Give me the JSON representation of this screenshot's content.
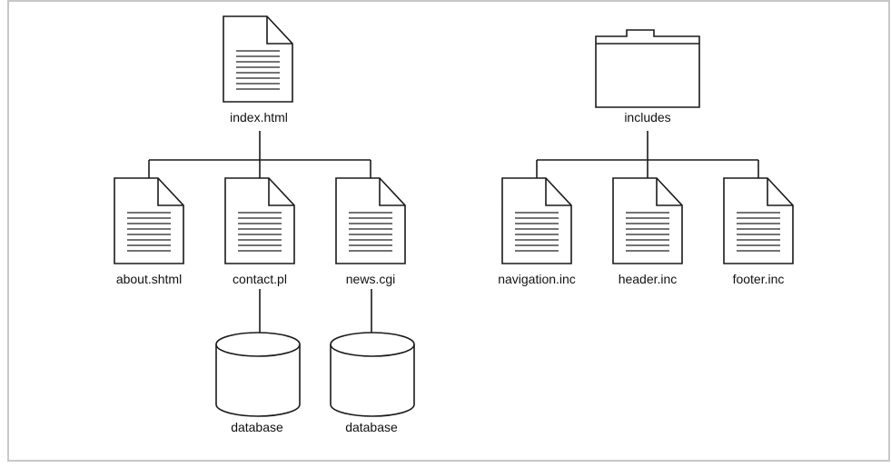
{
  "diagram": {
    "root_file": {
      "label": "index.html",
      "icon": "document-icon"
    },
    "root_folder": {
      "label": "includes",
      "icon": "folder-icon"
    },
    "pages": [
      {
        "label": "about.shtml",
        "icon": "document-icon"
      },
      {
        "label": "contact.pl",
        "icon": "document-icon"
      },
      {
        "label": "news.cgi",
        "icon": "document-icon"
      }
    ],
    "includes": [
      {
        "label": "navigation.inc",
        "icon": "document-icon"
      },
      {
        "label": "header.inc",
        "icon": "document-icon"
      },
      {
        "label": "footer.inc",
        "icon": "document-icon"
      }
    ],
    "databases": [
      {
        "label": "database",
        "icon": "database-icon"
      },
      {
        "label": "database",
        "icon": "database-icon"
      }
    ],
    "colors": {
      "line": "#1a1a1a",
      "background": "#ffffff",
      "border": "#c8c8c8"
    }
  }
}
